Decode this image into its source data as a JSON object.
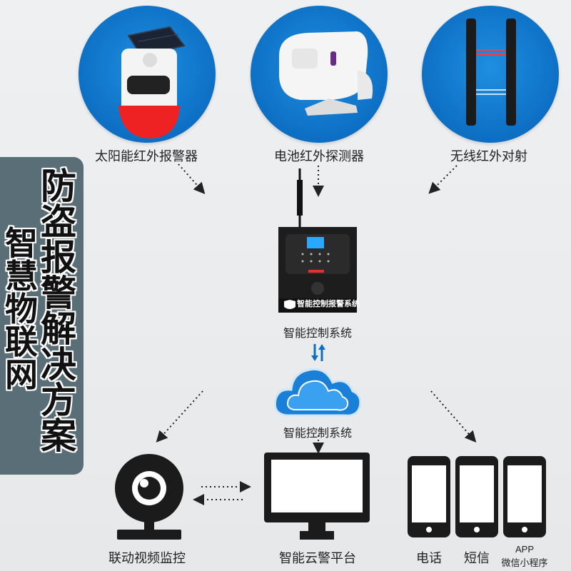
{
  "title": {
    "main": "防盗报警解决方案",
    "sub": "智慧物联网"
  },
  "devices": [
    {
      "label": "太阳能红外报警器",
      "icon": "solar-alarm-icon"
    },
    {
      "label": "电池红外探测器",
      "icon": "pir-detector-icon"
    },
    {
      "label": "无线红外对射",
      "icon": "infrared-beam-icon"
    }
  ],
  "controller": {
    "label": "智能控制系统",
    "panel_text": "智能控制报警系统",
    "icon": "alarm-control-panel-icon"
  },
  "cloud": {
    "label": "智能控制系统",
    "icon": "cloud-icon"
  },
  "outputs": [
    {
      "label": "联动视频监控",
      "icon": "webcam-icon"
    },
    {
      "label": "智能云警平台",
      "icon": "monitor-icon"
    },
    {
      "label": "电话",
      "icon": "phone-icon"
    },
    {
      "label": "短信",
      "icon": "phone-icon"
    },
    {
      "label": "APP",
      "label2": "微信小程序",
      "icon": "phone-icon"
    }
  ],
  "colors": {
    "circle": "#0d6fc4",
    "panel": "#5a6e78",
    "cloud": "#1a7fd6",
    "device_dark": "#1b1b1b"
  }
}
